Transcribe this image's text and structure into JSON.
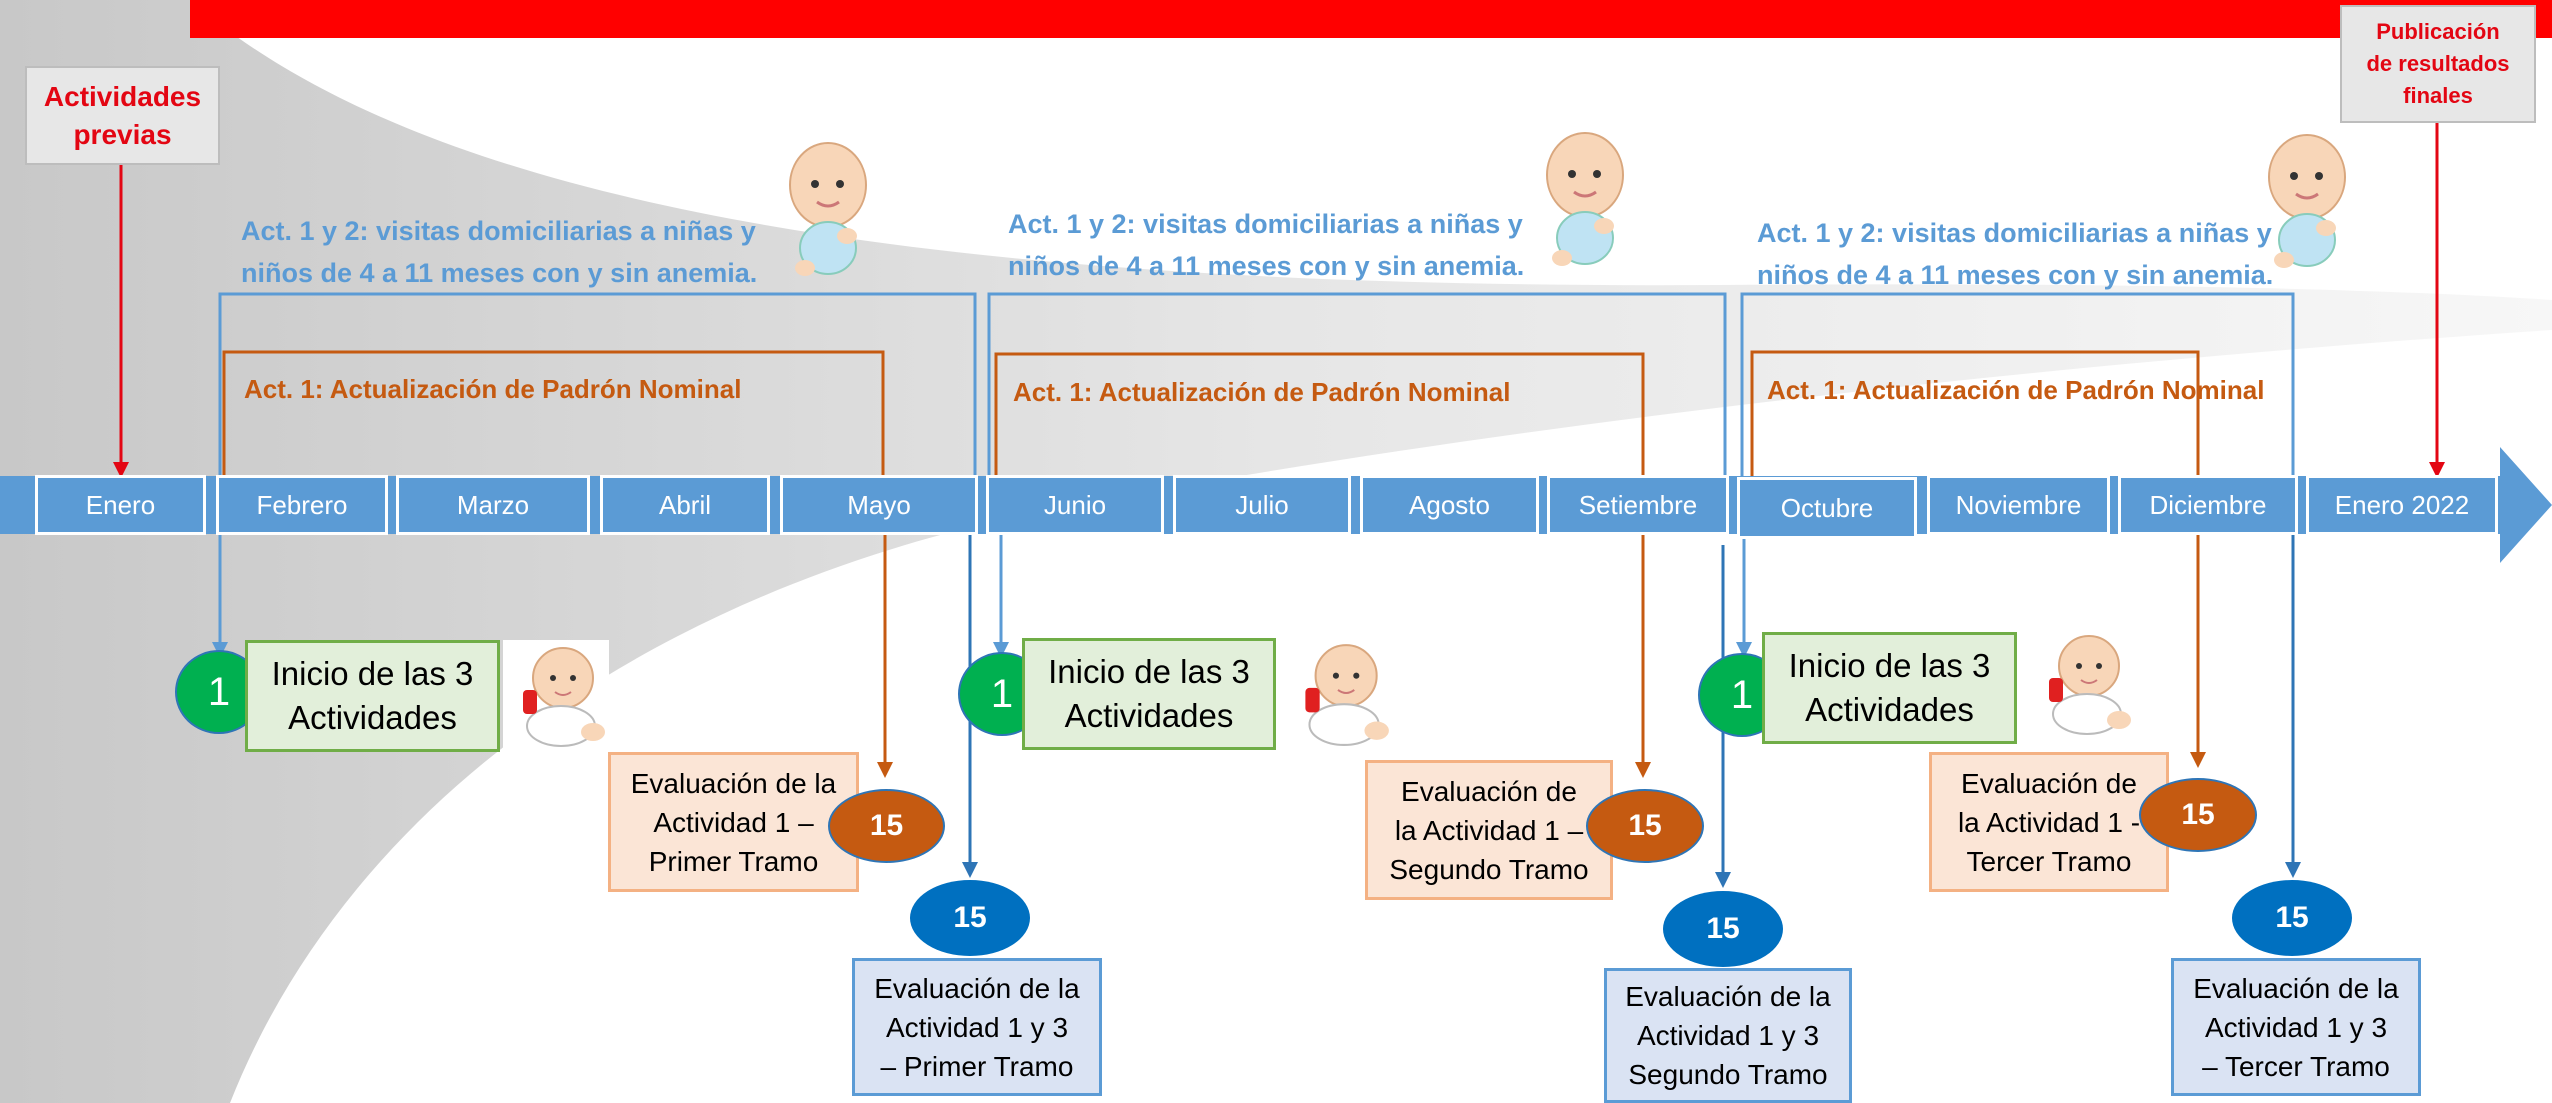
{
  "callouts": {
    "previas": [
      "Actividades",
      "previas"
    ],
    "publicacion": [
      "Publicación",
      "de resultados",
      "finales"
    ]
  },
  "months": [
    "Enero",
    "Febrero",
    "Marzo",
    "Abril",
    "Mayo",
    "Junio",
    "Julio",
    "Agosto",
    "Setiembre",
    "Octubre",
    "Noviembre",
    "Diciembre",
    "Enero 2022"
  ],
  "periods": [
    {
      "blue_title": [
        "Act. 1 y 2: visitas domiciliarias a niñas y",
        "niños de 4 a 11 meses con y sin anemia."
      ],
      "orange_title": "Act. 1: Actualización de Padrón Nominal",
      "start_num": "1",
      "start_text": [
        "Inicio de las 3",
        "Actividades"
      ],
      "eval_orange": [
        "Evaluación de la",
        "Actividad 1 –",
        "Primer Tramo"
      ],
      "eval_orange_num": "15",
      "eval_blue": [
        "Evaluación de la",
        "Actividad 1 y 3",
        "– Primer Tramo"
      ],
      "eval_blue_num": "15"
    },
    {
      "blue_title": [
        "Act. 1 y 2: visitas domiciliarias a niñas y",
        "niños de 4 a 11 meses con y sin anemia."
      ],
      "orange_title": "Act. 1: Actualización de Padrón Nominal",
      "start_num": "1",
      "start_text": [
        "Inicio de las 3",
        "Actividades"
      ],
      "eval_orange": [
        "Evaluación de",
        "la Actividad 1 –",
        "Segundo Tramo"
      ],
      "eval_orange_num": "15",
      "eval_blue": [
        "Evaluación de la",
        "Actividad 1 y 3",
        "Segundo Tramo"
      ],
      "eval_blue_num": "15"
    },
    {
      "blue_title": [
        "Act. 1 y 2: visitas domiciliarias a niñas y",
        "niños de 4 a 11 meses con y sin anemia."
      ],
      "orange_title": "Act. 1: Actualización de Padrón Nominal",
      "start_num": "1",
      "start_text": [
        "Inicio de las 3",
        "Actividades"
      ],
      "eval_orange": [
        "Evaluación de",
        "la Actividad 1 -",
        "Tercer Tramo"
      ],
      "eval_orange_num": "15",
      "eval_blue": [
        "Evaluación de la",
        "Actividad 1 y 3",
        "– Tercer Tramo"
      ],
      "eval_blue_num": "15"
    }
  ],
  "colors": {
    "red": "#e30613",
    "blue": "#5b9bd5",
    "dark_blue": "#0070c0",
    "orange": "#c55a11",
    "green": "#00b050"
  }
}
